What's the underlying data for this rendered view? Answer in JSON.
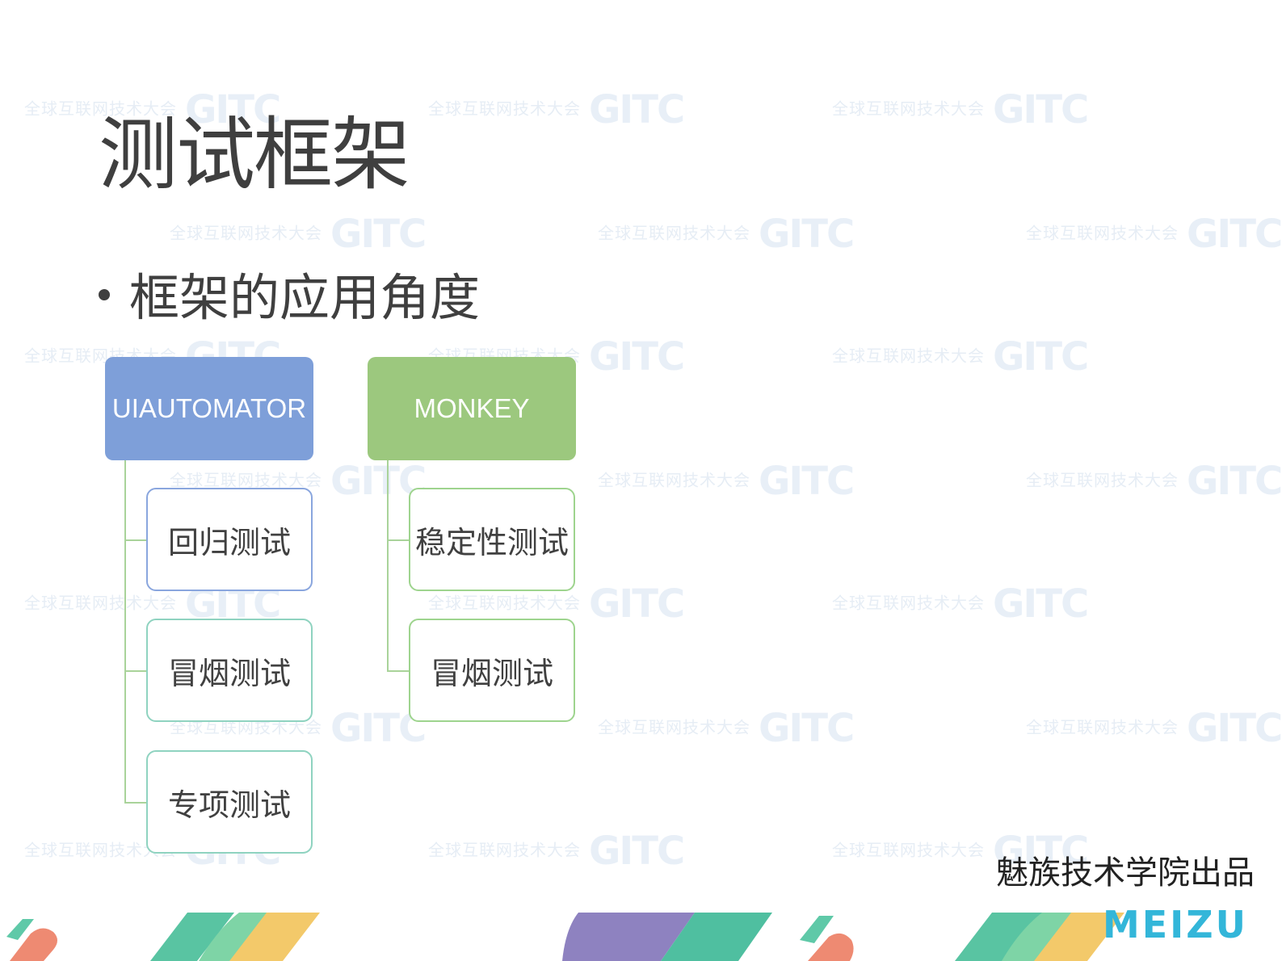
{
  "watermark": {
    "text": "全球互联网技术大会",
    "mark": "GITC"
  },
  "slide": {
    "title": "测试框架",
    "bullet": "框架的应用角度"
  },
  "diagram": {
    "uiautomator": {
      "label": "UIAUTOMATOR",
      "children": [
        "回归测试",
        "冒烟测试",
        "专项测试"
      ]
    },
    "monkey": {
      "label": "MONKEY",
      "children": [
        "稳定性测试",
        "冒烟测试"
      ]
    }
  },
  "footer": {
    "credit": "魅族技术学院出品",
    "brand": "MEIZU"
  },
  "colors": {
    "uiautomator": "#7e9fd9",
    "monkey": "#9cc87e",
    "brand": "#33b6d9",
    "connector": "#a9d39a"
  }
}
